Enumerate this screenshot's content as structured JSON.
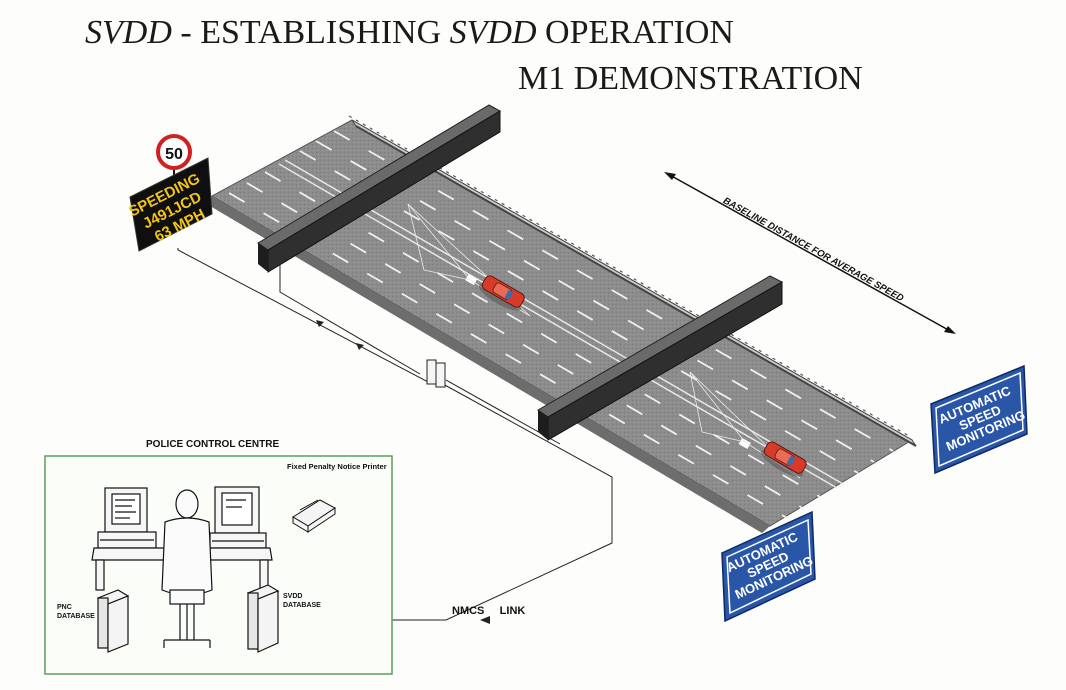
{
  "title": {
    "line1_a": "SVDD",
    "line1_b": " - ESTABLISHING ",
    "line1_c": "SVDD",
    "line1_d": " OPERATION",
    "line2": "M1 DEMONSTRATION"
  },
  "vms_sign": {
    "speed_limit": "50",
    "line1": "SPEEDING",
    "line2": "J491JCD",
    "line3": "63 MPH",
    "text_color": "#f2c318"
  },
  "baseline_label": "BASELINE DISTANCE FOR AVERAGE SPEED",
  "asm_sign_right": [
    "AUTOMATIC",
    "SPEED",
    "MONITORING"
  ],
  "asm_sign_bottom": [
    "AUTOMATIC",
    "SPEED",
    "MONITORING"
  ],
  "control_centre": {
    "title": "POLICE CONTROL CENTRE",
    "printer_label": "Fixed Penalty Notice Printer",
    "pnc_label": [
      "PNC",
      "DATABASE"
    ],
    "svdd_label": [
      "SVDD",
      "DATABASE"
    ]
  },
  "link_label": "NMCS     LINK",
  "colors": {
    "road": "#8a8a8a",
    "gantry": "#3a3a3a",
    "sign_blue": "#2a56a8",
    "car": "#d83a2a",
    "box_border": "#5aa05a"
  }
}
